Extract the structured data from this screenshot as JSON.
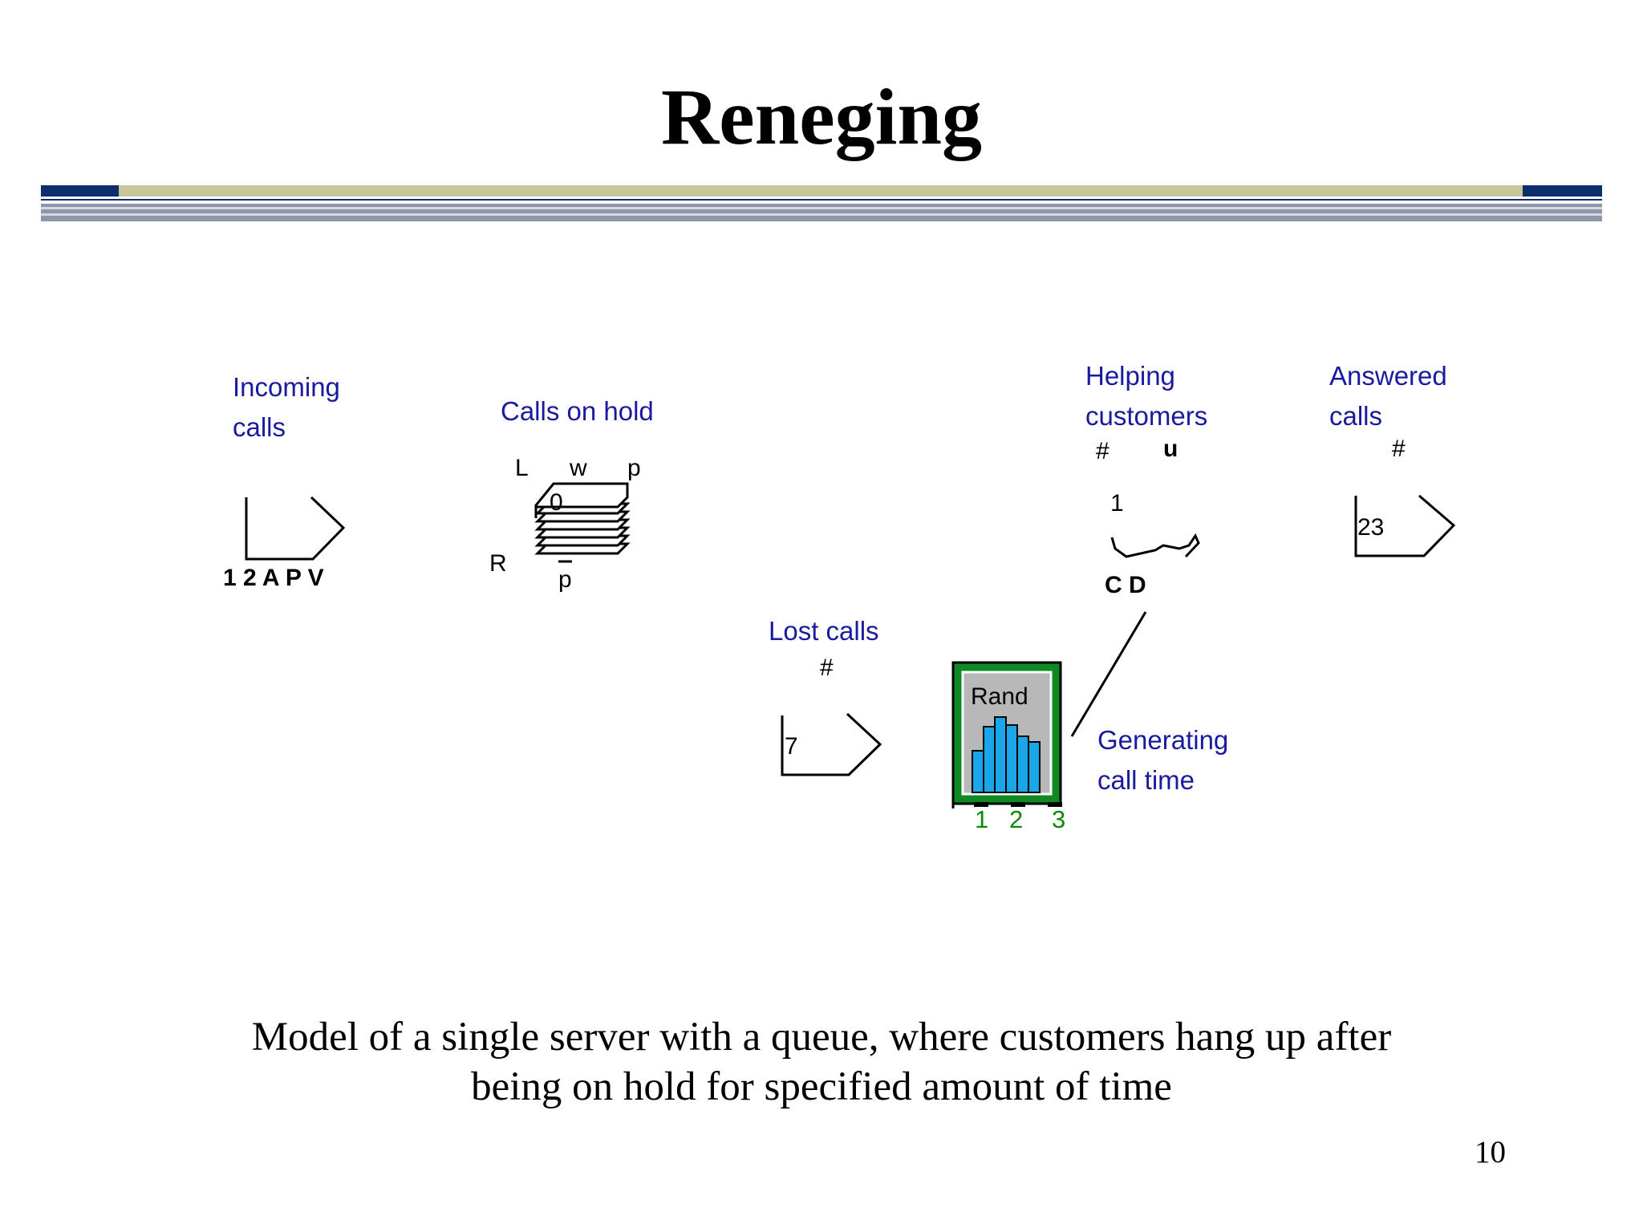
{
  "title": "Reneging",
  "blocks": {
    "incoming": {
      "label_line1": "Incoming",
      "label_line2": "calls",
      "ports": "1  2  A  P V"
    },
    "hold": {
      "label": "Calls on hold",
      "l": "L",
      "w": "w",
      "p_top": "p",
      "zero": "0",
      "r": "R",
      "p_bottom": "p"
    },
    "helping": {
      "label_line1": "Helping",
      "label_line2": "customers",
      "hash": "#",
      "u": "u",
      "one": "1",
      "ports": "C D"
    },
    "answered": {
      "label_line1": "Answered",
      "label_line2": "calls",
      "hash": "#",
      "count": "23"
    },
    "lost": {
      "label": "Lost calls",
      "hash": "#",
      "count": "7"
    },
    "rand": {
      "label": "Rand",
      "ports": [
        "1",
        "2",
        "3"
      ]
    },
    "generating": {
      "label_line1": "Generating",
      "label_line2": "call time"
    }
  },
  "caption_line1": "Model of a single server with a queue, where customers hang up after",
  "caption_line2": "being on hold for specified amount of time",
  "page_number": "10",
  "colors": {
    "label_text": "#1a1aa0",
    "header_bar_blue": "#0b2f6b",
    "header_bar_tan": "#c8c59a",
    "rand_green": "#0f8a23",
    "rand_bars": "#1aa6e8"
  }
}
